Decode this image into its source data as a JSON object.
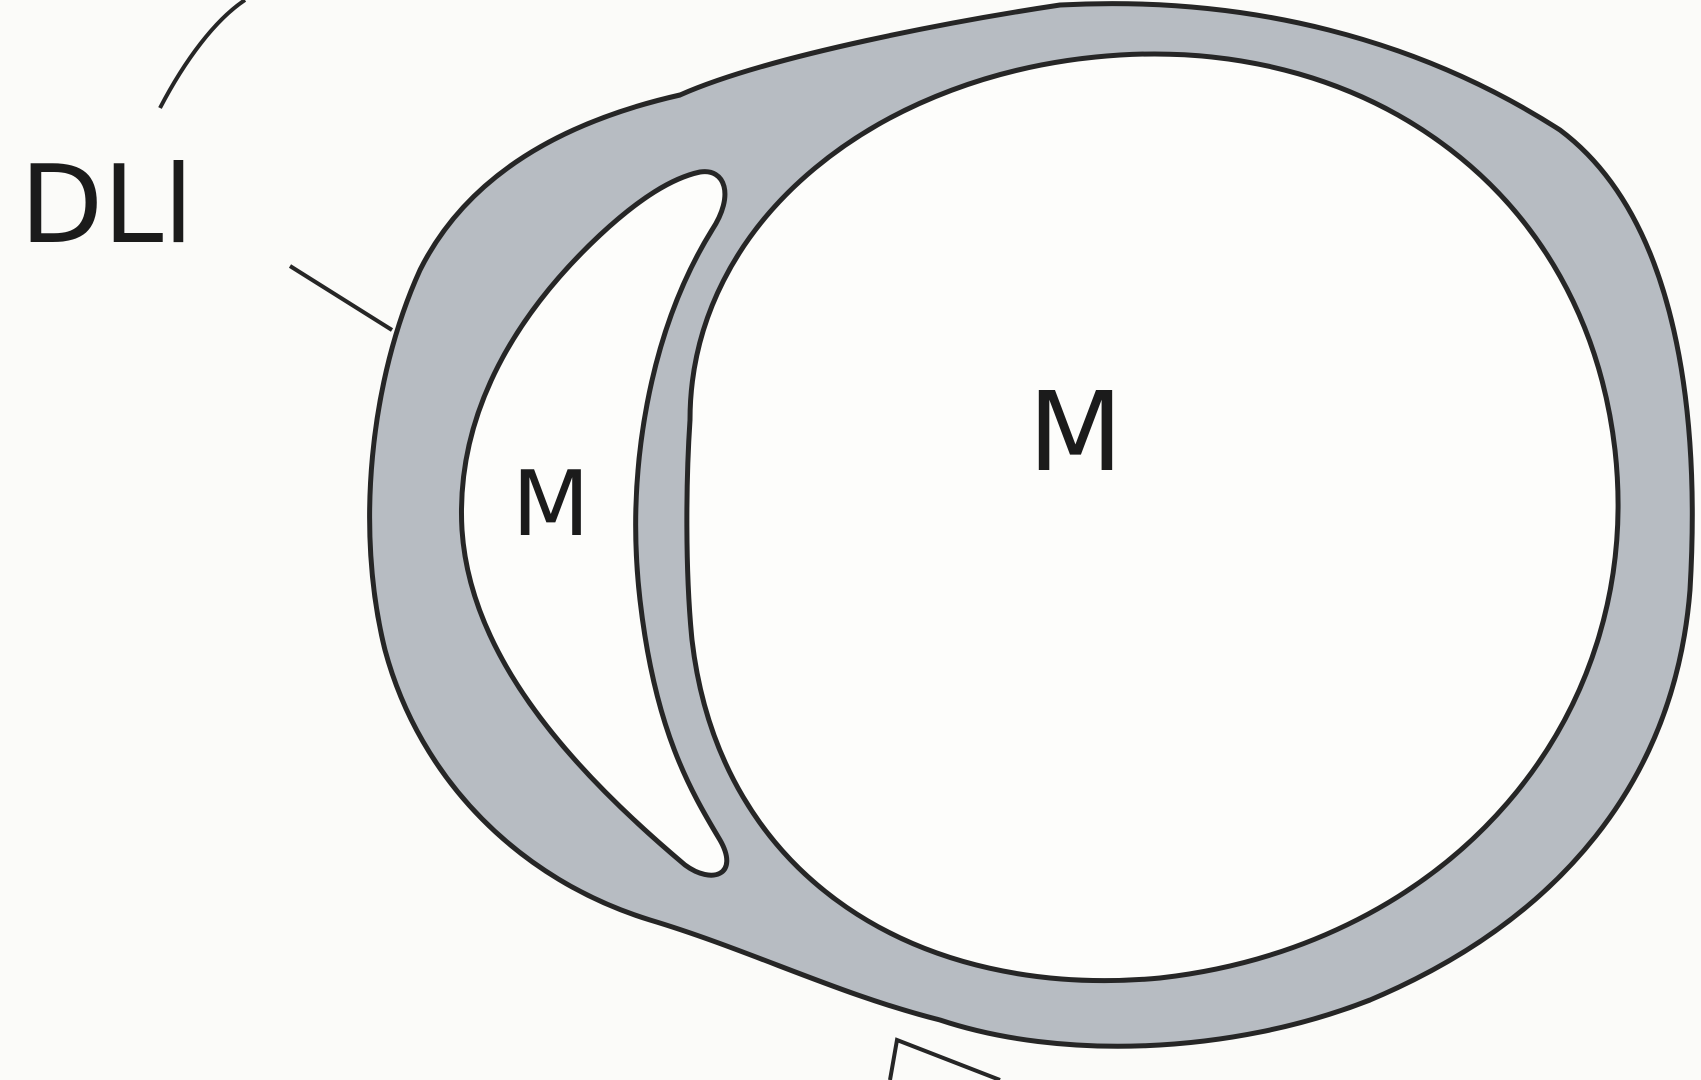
{
  "labels": {
    "layer": "DLl",
    "large_cavity": "M",
    "small_cavity": "M"
  },
  "colors": {
    "background": "#fbfbf9",
    "wall_fill": "#b7bcc2",
    "outline": "#262626",
    "cavity": "#fdfdfb"
  }
}
